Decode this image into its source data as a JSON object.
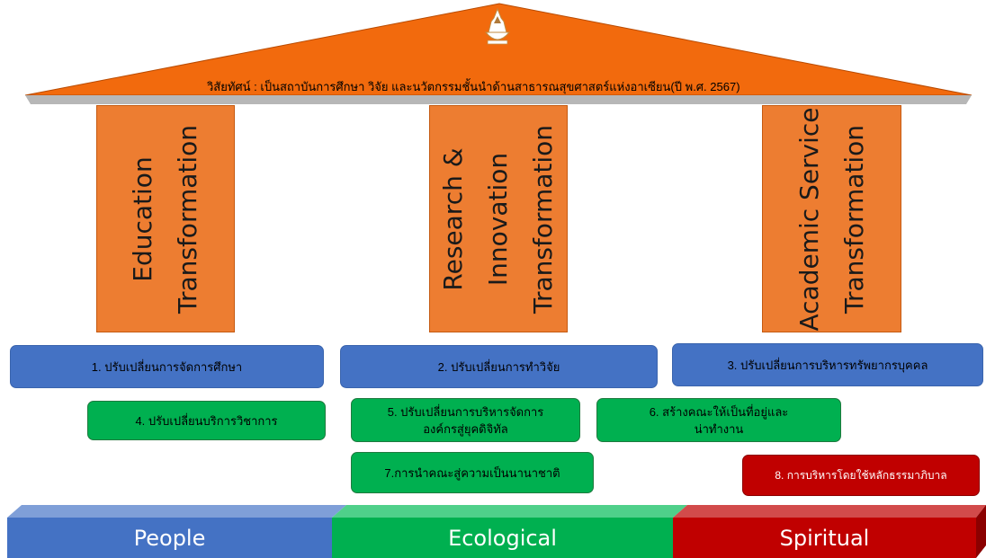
{
  "vision": "วิสัยทัศน์ : เป็นสถาบันการศึกษา วิจัย และนวัตกรรมชั้นนำด้านสาธารณสุขศาสตร์แห่งอาเซียน(ปี พ.ศ. 2567)",
  "pillars": [
    {
      "lines": [
        "Education",
        "Transformation"
      ]
    },
    {
      "lines": [
        "Research &",
        "Innovation",
        "Transformation"
      ]
    },
    {
      "lines": [
        "Academic Service",
        "Transformation"
      ]
    }
  ],
  "strategies": [
    {
      "label": "1. ปรับเปลี่ยนการจัดการศึกษา",
      "color": "blue"
    },
    {
      "label": "2. ปรับเปลี่ยนการทำวิจัย",
      "color": "blue"
    },
    {
      "label": "3. ปรับเปลี่ยนการบริหารทรัพยากรบุคคล",
      "color": "blue"
    },
    {
      "label": "4. ปรับเปลี่ยนบริการวิชาการ",
      "color": "green"
    },
    {
      "label": "5. ปรับเปลี่ยนการบริหารจัดการ\nองค์กรสู่ยุคดิจิทัล",
      "color": "green"
    },
    {
      "label": "6. สร้างคณะให้เป็นที่อยู่และ\nน่าทำงาน",
      "color": "green"
    },
    {
      "label": "7.การนำคณะสู่ความเป็นนานาชาติ",
      "color": "green"
    },
    {
      "label": "8. การบริหารโดยใช้หลักธรรมาภิบาล",
      "color": "red"
    }
  ],
  "base": [
    {
      "label": "People",
      "color": "#4472c4"
    },
    {
      "label": "Ecological",
      "color": "#00b050"
    },
    {
      "label": "Spiritual",
      "color": "#c00000"
    }
  ],
  "colors": {
    "roof": "#f26a0d",
    "pillar": "#ed7d31",
    "blue": "#4472c4",
    "green": "#00b050",
    "red": "#c00000"
  }
}
